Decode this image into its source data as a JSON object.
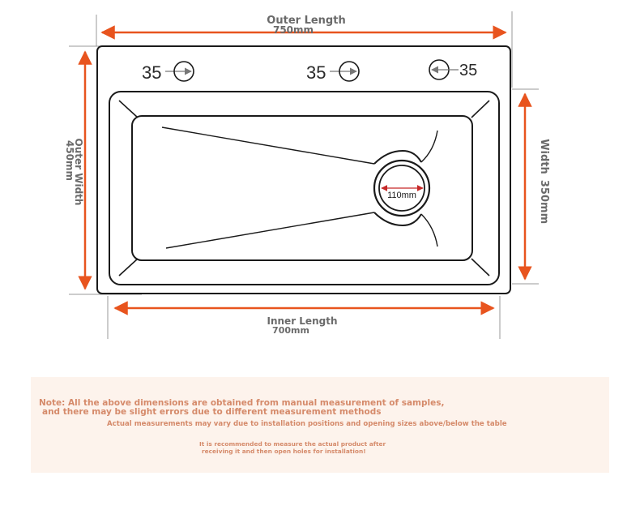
{
  "dimensions": {
    "outer_length": {
      "title": "Outer Length",
      "value": "750mm"
    },
    "outer_width": {
      "title": "Outer Width",
      "value": "450mm"
    },
    "inner_length": {
      "title": "Inner Length",
      "value": "700mm"
    },
    "inner_width": {
      "title": "Width",
      "value": "350mm"
    },
    "drain": {
      "value": "110mm"
    }
  },
  "holes": [
    {
      "label": "35",
      "direction": "right"
    },
    {
      "label": "35",
      "direction": "right"
    },
    {
      "label": "35",
      "direction": "left"
    }
  ],
  "note": {
    "line1": "Note: All the above dimensions are obtained from manual measurement of samples,",
    "line2": "and there may be slight errors due to different measurement methods",
    "line3": "Actual measurements may vary due to installation positions and opening sizes above/below the table",
    "line4": "It is recommended to measure the actual product after",
    "line5": "receiving it and then open holes for installation!"
  },
  "colors": {
    "arrow": "#e8541e",
    "outline": "#1a1a1a",
    "label_gray": "#6a6a6a",
    "note_text": "#d58a6a",
    "note_background": "#fdf3ec"
  }
}
